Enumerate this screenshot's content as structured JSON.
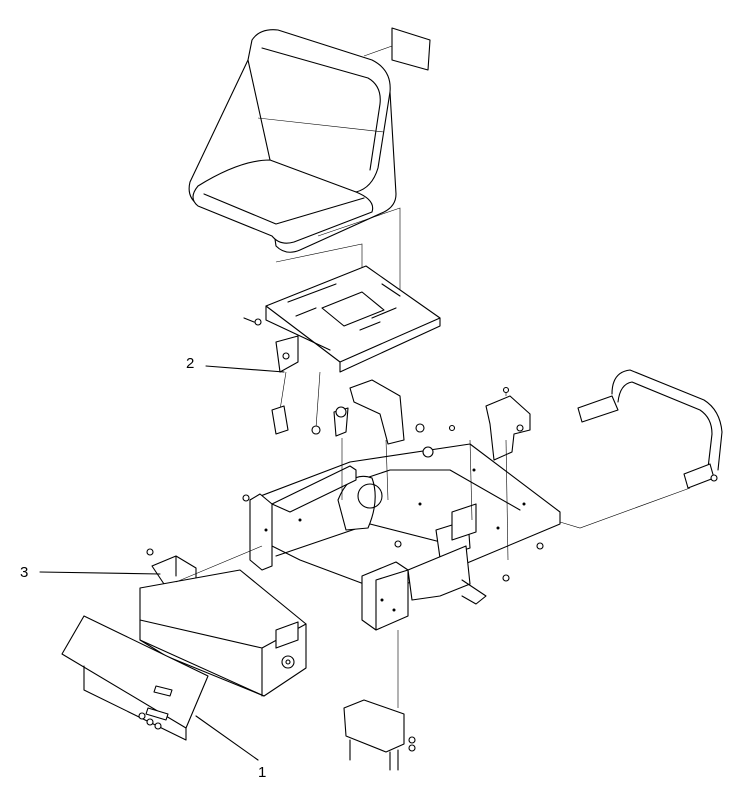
{
  "callouts": [
    {
      "id": "callout-1",
      "label": "1"
    },
    {
      "id": "callout-2",
      "label": "2"
    },
    {
      "id": "callout-3",
      "label": "3"
    }
  ]
}
